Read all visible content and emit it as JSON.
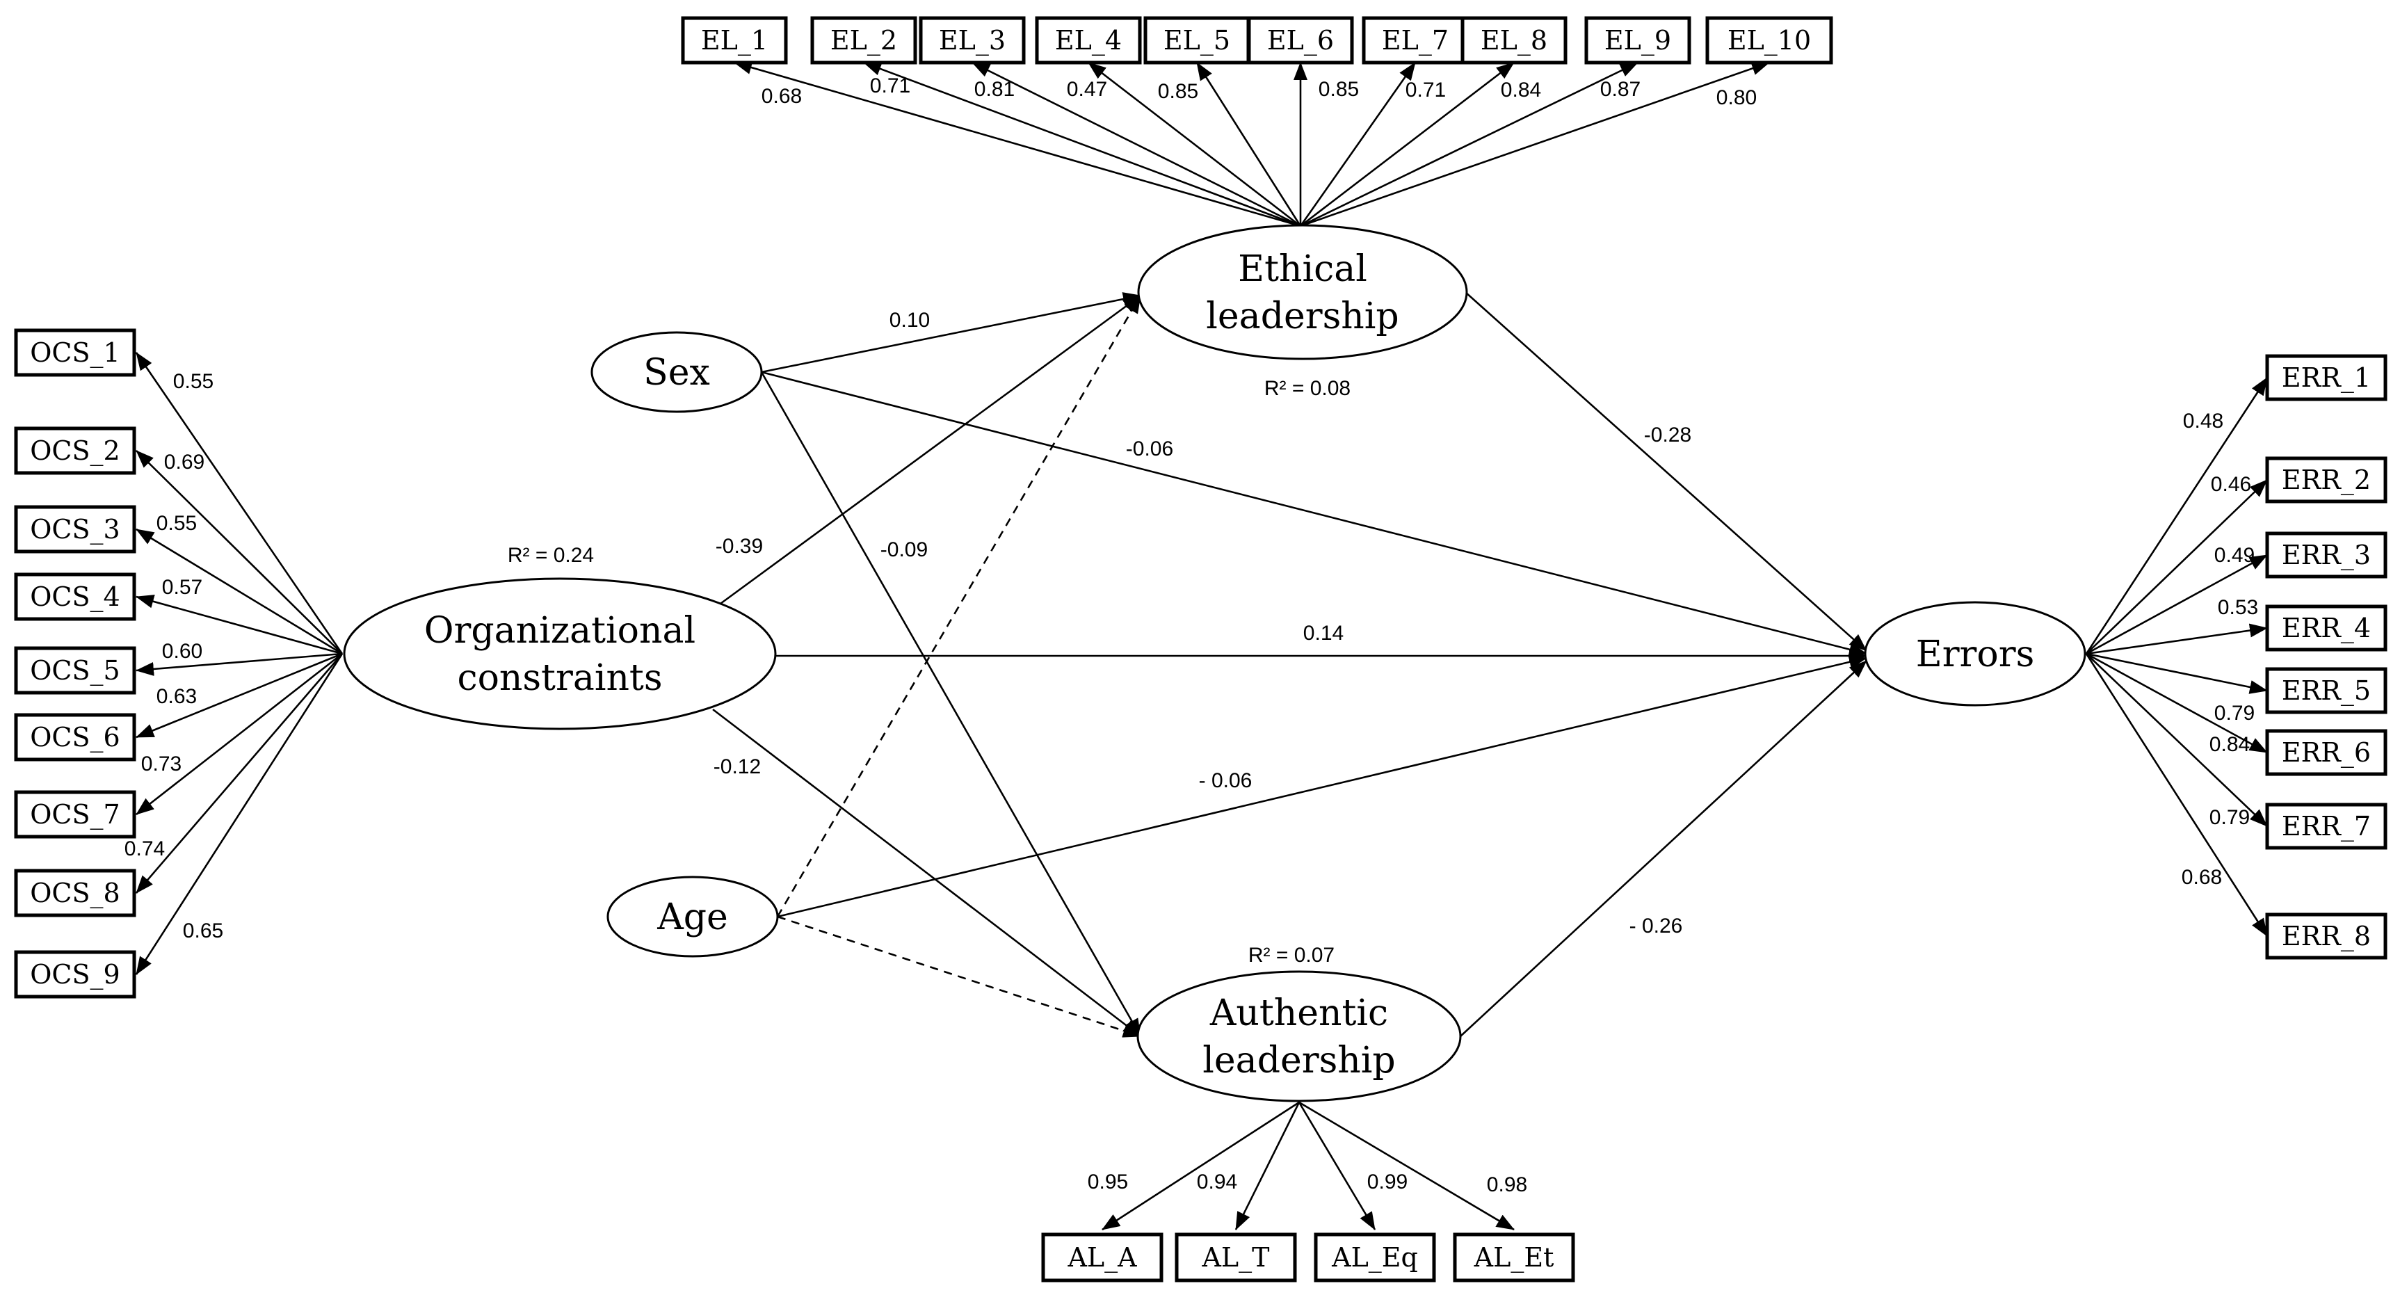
{
  "latent": {
    "ethical": [
      "Ethical",
      "leadership"
    ],
    "org": [
      "Organizational",
      "constraints"
    ],
    "errors": [
      "Errors"
    ],
    "authentic": [
      "Authentic",
      "leadership"
    ],
    "sex": [
      "Sex"
    ],
    "age": [
      "Age"
    ]
  },
  "r2": {
    "ethical": "R² = 0.08",
    "org": "R² = 0.24",
    "authentic": "R² = 0.07"
  },
  "indicators": {
    "el": [
      "EL_1",
      "EL_2",
      "EL_3",
      "EL_4",
      "EL_5",
      "EL_6",
      "EL_7",
      "EL_8",
      "EL_9",
      "EL_10"
    ],
    "el_loadings": [
      "0.68",
      "0.71",
      "0.81",
      "0.47",
      "0.85",
      "0.85",
      "0.71",
      "0.84",
      "0.87",
      "0.80"
    ],
    "ocs": [
      "OCS_1",
      "OCS_2",
      "OCS_3",
      "OCS_4",
      "OCS_5",
      "OCS_6",
      "OCS_7",
      "OCS_8",
      "OCS_9"
    ],
    "ocs_loadings": [
      "0.55",
      "0.69",
      "0.55",
      "0.57",
      "0.60",
      "0.63",
      "0.73",
      "0.74",
      "0.65"
    ],
    "err": [
      "ERR_1",
      "ERR_2",
      "ERR_3",
      "ERR_4",
      "ERR_5",
      "ERR_6",
      "ERR_7",
      "ERR_8"
    ],
    "err_loadings": [
      "0.48",
      "0.46",
      "0.49",
      "0.53",
      "0.79",
      "0.84",
      "0.79",
      "0.68"
    ],
    "al": [
      "AL_A",
      "AL_T",
      "AL_Eq",
      "AL_Et"
    ],
    "al_loadings": [
      "0.95",
      "0.94",
      "0.99",
      "0.98"
    ]
  },
  "paths": {
    "sex_ethical": "0.10",
    "sex_errors": "-0.06",
    "sex_authentic": "-0.09",
    "org_ethical": "-0.39",
    "org_errors": "0.14",
    "org_authentic": "-0.12",
    "age_errors": "- 0.06",
    "ethical_errors": "-0.28",
    "authentic_errors": "- 0.26"
  }
}
